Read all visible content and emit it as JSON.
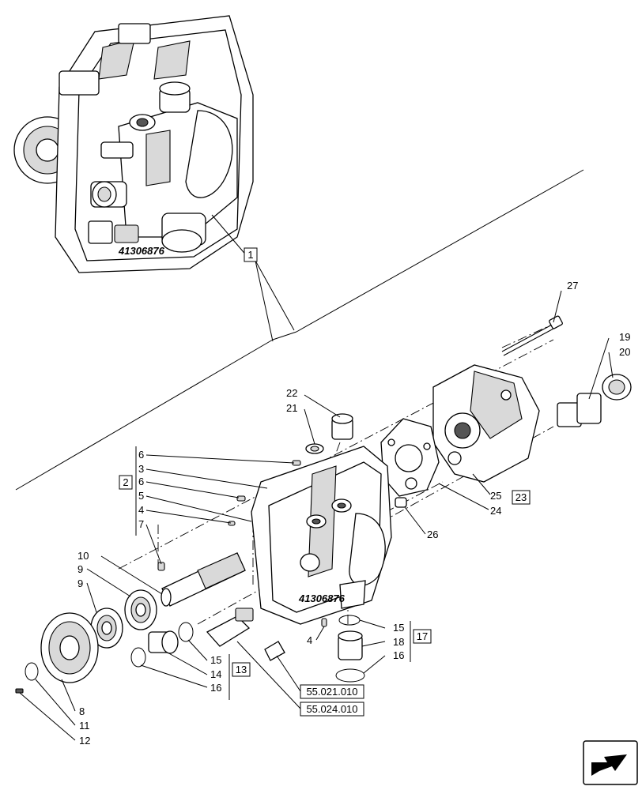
{
  "callouts": {
    "c1": "1",
    "c2": "2",
    "c3": "3",
    "c4a": "4",
    "c4b": "4",
    "c5": "5",
    "c6a": "6",
    "c6b": "6",
    "c7": "7",
    "c8": "8",
    "c9a": "9",
    "c9b": "9",
    "c10": "10",
    "c11": "11",
    "c12": "12",
    "c13": "13",
    "c14": "14",
    "c15a": "15",
    "c15b": "15",
    "c16a": "16",
    "c16b": "16",
    "c17": "17",
    "c18": "18",
    "c19": "19",
    "c20": "20",
    "c21": "21",
    "c22": "22",
    "c23": "23",
    "c24": "24",
    "c25": "25",
    "c26": "26",
    "c27": "27"
  },
  "references": {
    "ref_a": "55.021.010",
    "ref_b": "55.024.010"
  },
  "logo_text": "41306876",
  "icons": {
    "nav": "next-page-arrow-icon"
  }
}
